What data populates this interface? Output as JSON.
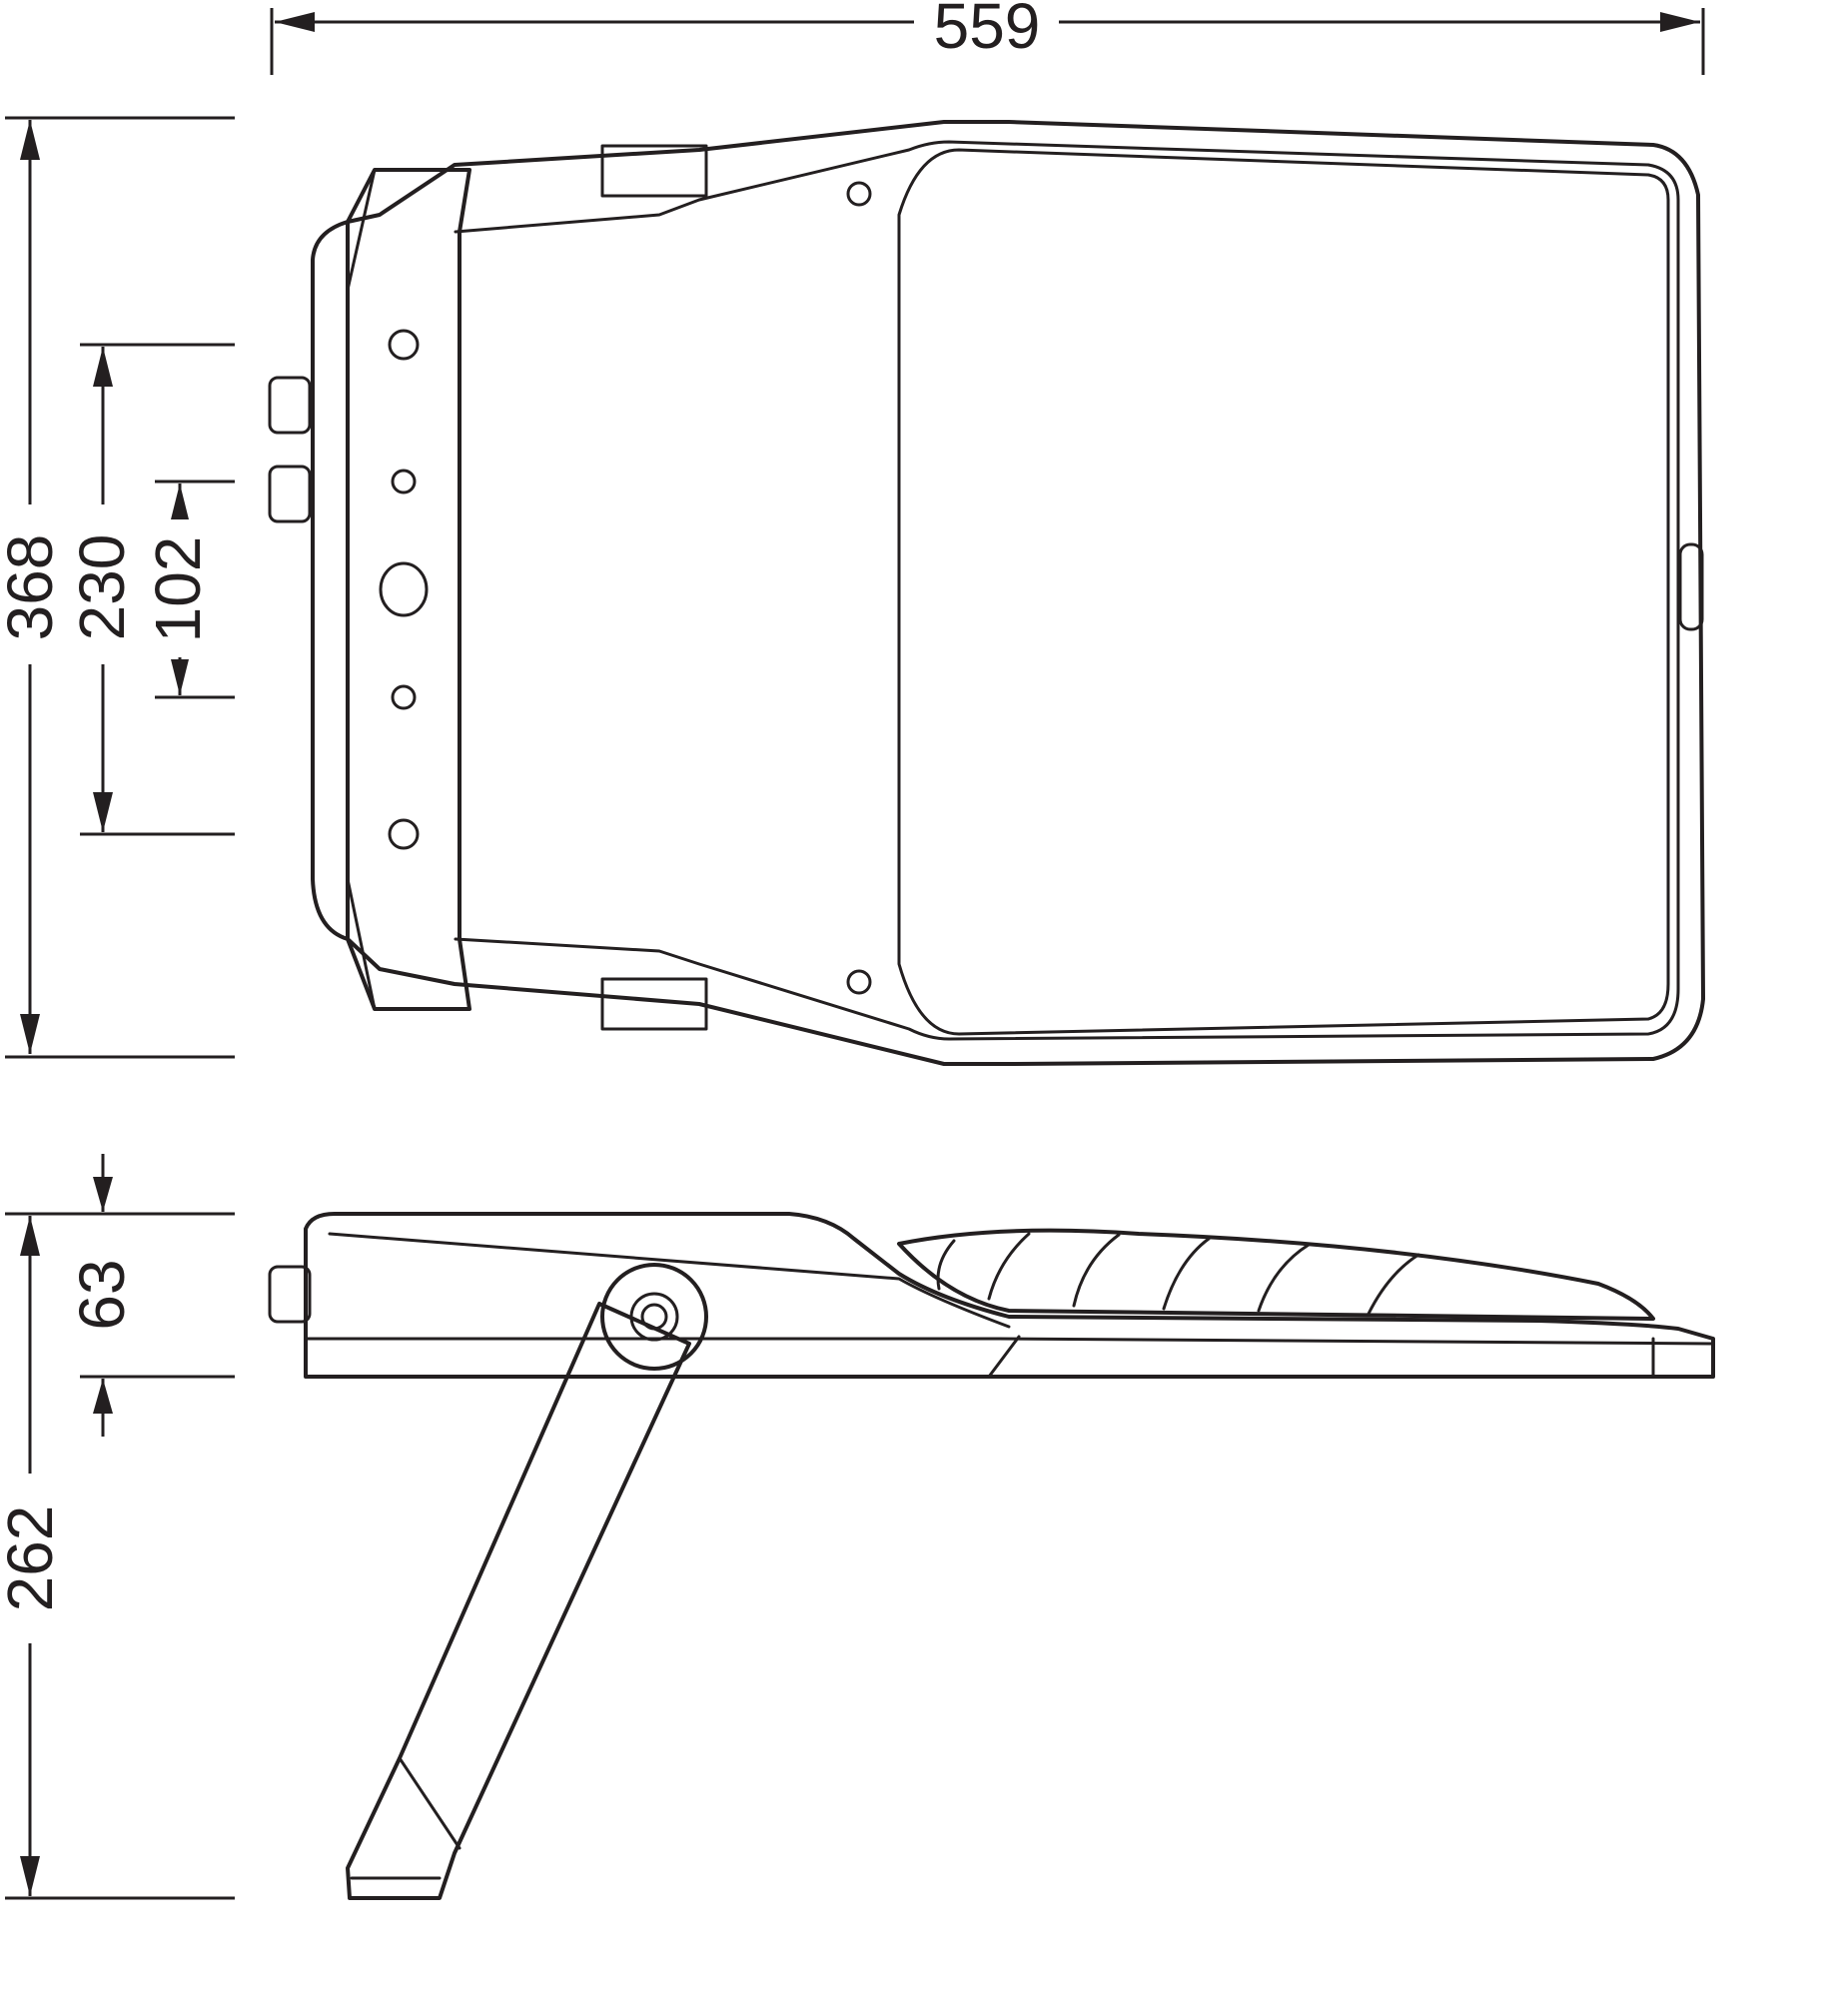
{
  "dimensions": {
    "overall_width": "559",
    "overall_height_top_view": "368",
    "mounting_spacing_outer": "230",
    "mounting_spacing_inner": "102",
    "housing_thickness": "63",
    "overall_height_side_view": "262"
  },
  "colors": {
    "line": "#231f20",
    "background": "#ffffff"
  }
}
